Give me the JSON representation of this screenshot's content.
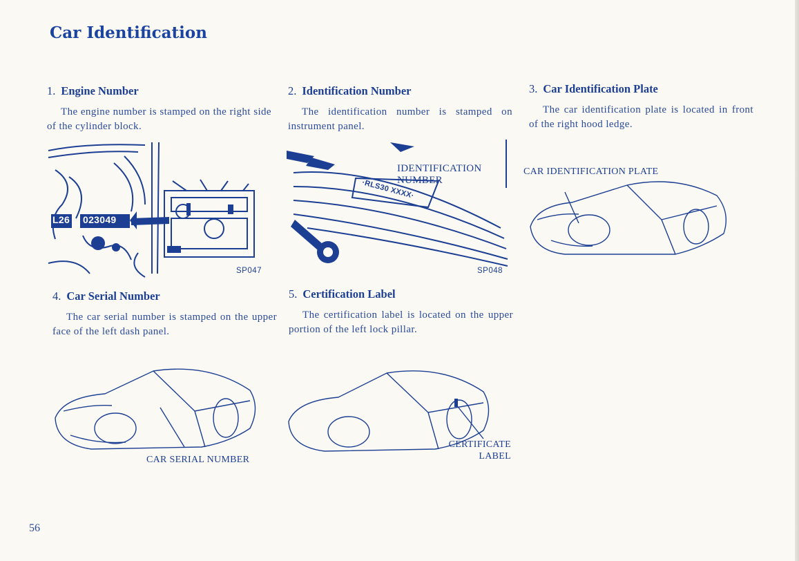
{
  "page": {
    "title": "Car Identification",
    "number": "56"
  },
  "sections": [
    {
      "num": "1.",
      "heading": "Engine Number",
      "text": "The engine number is stamped on the right side of the cylinder block.",
      "figure_code": "SP047",
      "callout_model": "L26",
      "callout_serial": "023049"
    },
    {
      "num": "2.",
      "heading": "Identification Number",
      "text": "The identification number is stamped on instrument panel.",
      "figure_code": "SP048",
      "callout_label": "IDENTIFICATION NUMBER",
      "plate_text": "·RLS30 XXXX·"
    },
    {
      "num": "3.",
      "heading": "Car Identification Plate",
      "text": "The car identification plate is located in front of the right hood ledge.",
      "callout_label": "CAR IDENTIFICATION PLATE"
    },
    {
      "num": "4.",
      "heading": "Car Serial Number",
      "text": "The car serial number is stamped on the upper face of the left dash panel.",
      "callout_label": "CAR SERIAL NUMBER"
    },
    {
      "num": "5.",
      "heading": "Certification Label",
      "text": "The certification label is located on the upper portion of the left lock pillar.",
      "callout_label": "CERTIFICATE LABEL"
    }
  ],
  "colors": {
    "ink": "#1c3f93",
    "paper": "#fbf9f4"
  }
}
